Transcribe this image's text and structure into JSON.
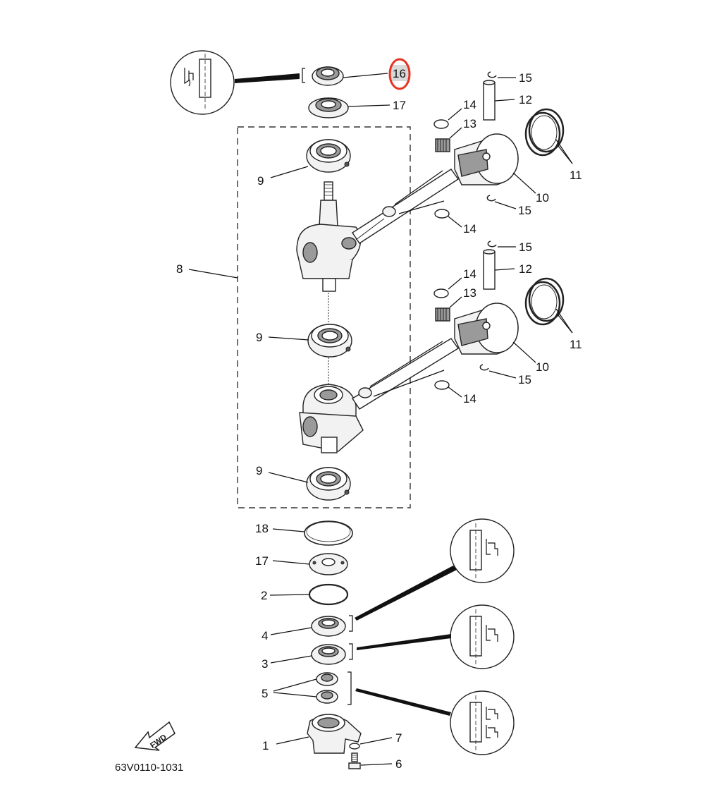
{
  "labels": {
    "p16": "16",
    "p17_top": "17",
    "p15_a": "15",
    "p12_a": "12",
    "p14_a": "14",
    "p13_a": "13",
    "p11_a": "11",
    "p10_a": "10",
    "p15_b": "15",
    "p14_b": "14",
    "p9_a": "9",
    "p8": "8",
    "p15_c": "15",
    "p12_b": "12",
    "p14_c": "14",
    "p13_b": "13",
    "p11_b": "11",
    "p10_b": "10",
    "p15_d": "15",
    "p14_d": "14",
    "p9_b": "9",
    "p9_c": "9",
    "p18": "18",
    "p17_bot": "17",
    "p2": "2",
    "p4": "4",
    "p3": "3",
    "p5": "5",
    "p1": "1",
    "p7": "7",
    "p6": "6"
  },
  "figure_code": "63V0110-1031",
  "fwd_label": "FWD",
  "highlight": {
    "part": "16",
    "color": "#e8321e"
  }
}
